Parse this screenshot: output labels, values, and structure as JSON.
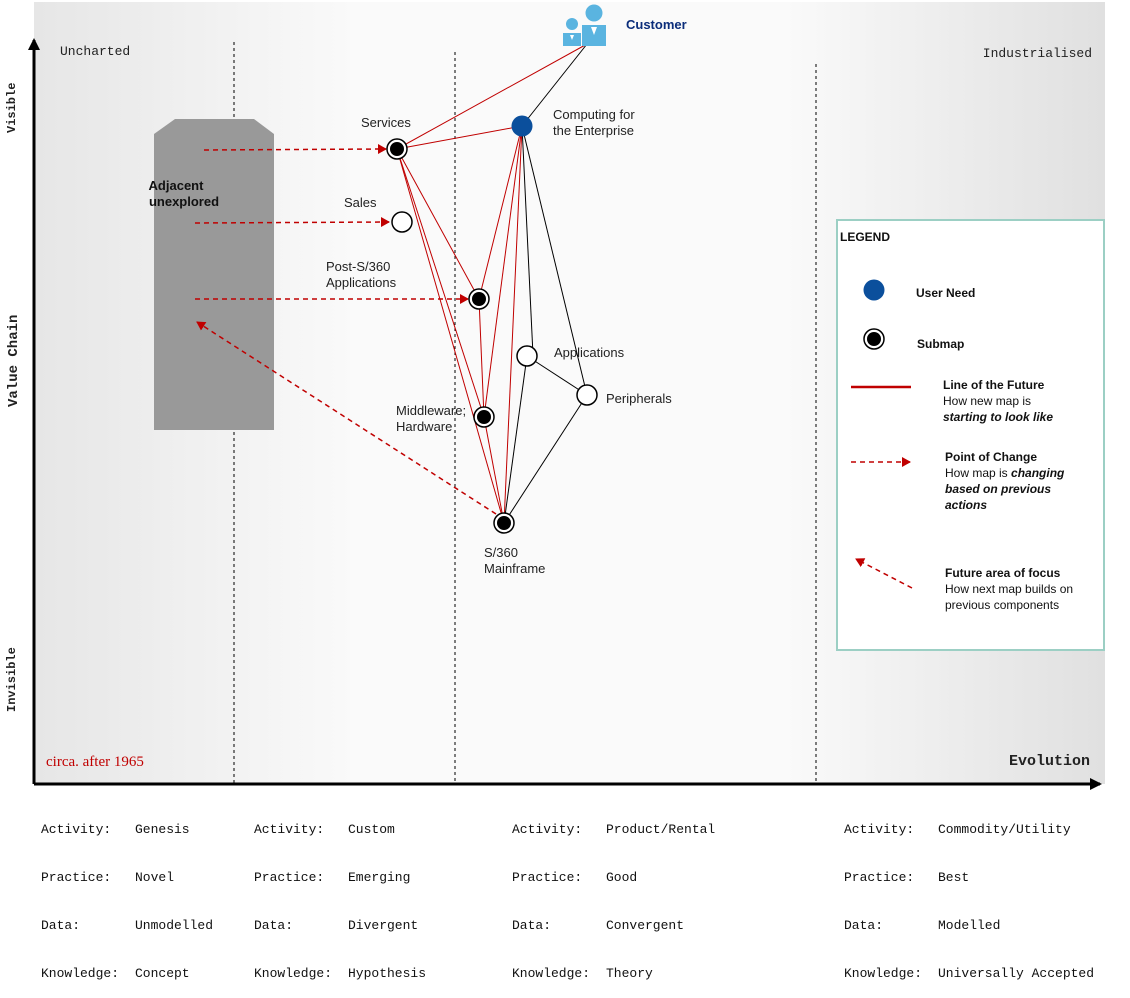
{
  "corner_labels": {
    "uncharted": "Uncharted",
    "industrialised": "Industrialised",
    "visible": "Visible",
    "invisible": "Invisible",
    "value_chain": "Value Chain",
    "evolution": "Evolution",
    "date": "circa. after 1965"
  },
  "customer": "Customer",
  "adjacent": [
    "Adjacent",
    "unexplored"
  ],
  "nodes": {
    "services": "Services",
    "computing": [
      "Computing for",
      "the Enterprise"
    ],
    "sales": "Sales",
    "post_s360": [
      "Post-S/360",
      "Applications"
    ],
    "applications": "Applications",
    "peripherals": "Peripherals",
    "middleware": [
      "Middleware;",
      "Hardware"
    ],
    "s360": [
      "S/360",
      "Mainframe"
    ]
  },
  "legend": {
    "title": "LEGEND",
    "user_need": "User Need",
    "submap": "Submap",
    "line_future_title": "Line of the Future",
    "line_future_desc1": "How new map is",
    "line_future_desc2": "starting to look like",
    "point_change_title": "Point of Change",
    "point_change_desc1": "How map is ",
    "point_change_desc1b": "changing",
    "point_change_desc2": "based on previous",
    "point_change_desc3": "actions",
    "future_focus_title": "Future area of focus",
    "future_focus_desc1": "How next map builds on",
    "future_focus_desc2": "previous components"
  },
  "stages": [
    {
      "activity": "Genesis",
      "practice": "Novel",
      "data": "Unmodelled",
      "knowledge": "Concept"
    },
    {
      "activity": "Custom",
      "practice": "Emerging",
      "data": "Divergent",
      "knowledge": "Hypothesis"
    },
    {
      "activity": "Product/Rental",
      "practice": "Good",
      "data": "Convergent",
      "knowledge": "Theory"
    },
    {
      "activity": "Commodity/Utility",
      "practice": "Best",
      "data": "Modelled",
      "knowledge": "Universally Accepted"
    }
  ],
  "stage_keys": {
    "activity": "Activity:",
    "practice": "Practice:",
    "data": "Data:",
    "knowledge": "Knowledge:"
  },
  "colors": {
    "user_need": "#0b4f9c",
    "future_line": "#c00000",
    "customer_icon": "#5ab4e0",
    "legend_border": "#9ccfc4"
  }
}
